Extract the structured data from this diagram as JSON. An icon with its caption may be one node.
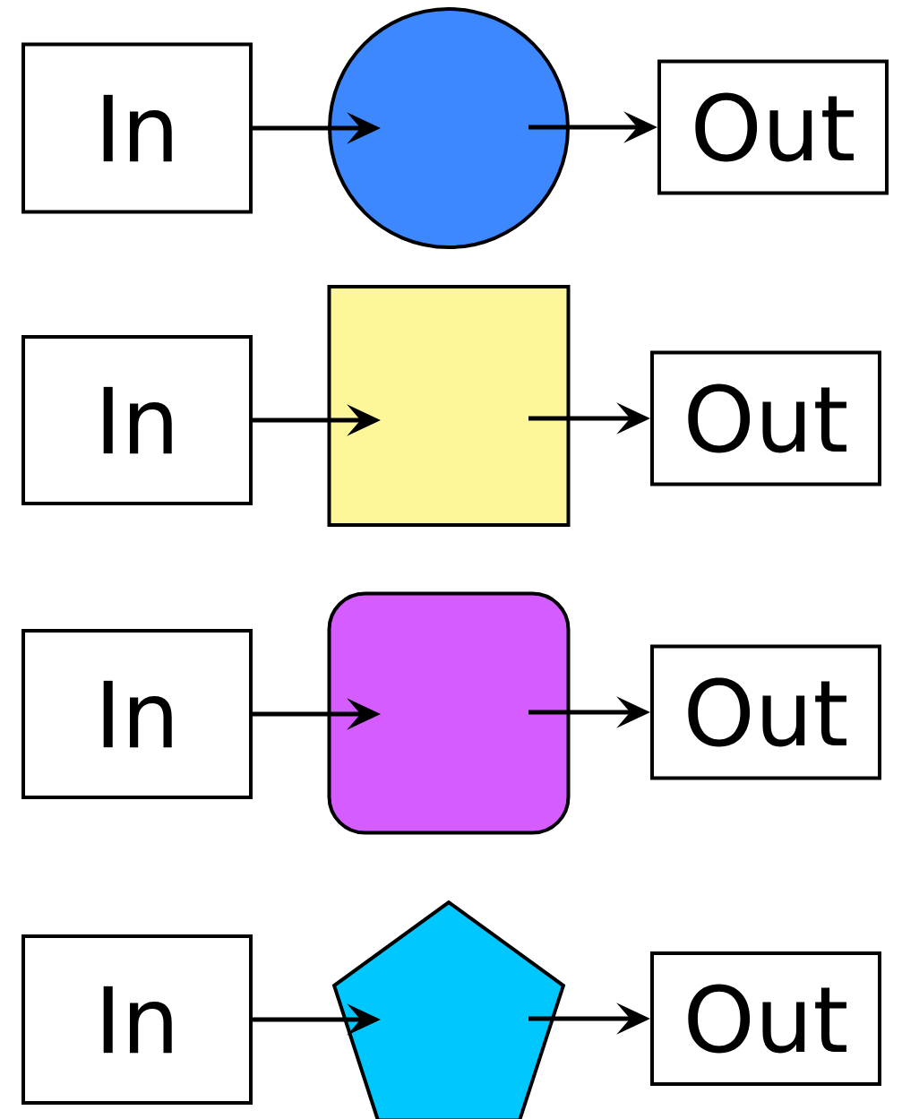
{
  "diagram": {
    "nodes": [
      {
        "text": [
          "In"
        ]
      },
      {
        "text": [],
        "shape": "circle"
      },
      {
        "text": [
          "Out"
        ]
      },
      {
        "text": [
          "In"
        ]
      },
      {
        "text": [],
        "shape": "box"
      },
      {
        "text": [
          "Out"
        ]
      },
      {
        "text": [
          "In"
        ]
      },
      {
        "text": [],
        "shape": "box"
      },
      {
        "text": [
          "Out"
        ]
      },
      {
        "text": [
          "In"
        ]
      },
      {
        "text": [],
        "shape": "pentagon"
      },
      {
        "text": [
          "Out"
        ]
      }
    ],
    "edges": [
      {
        "from": 0,
        "to": 1,
        "arrow": "to"
      },
      {
        "from": 1,
        "to": 2,
        "arrow": "to"
      },
      {
        "from": 3,
        "to": 4,
        "arrow": "to"
      },
      {
        "from": 4,
        "to": 5,
        "arrow": "to"
      },
      {
        "from": 6,
        "to": 7,
        "arrow": "to"
      },
      {
        "from": 7,
        "to": 8,
        "arrow": "to"
      },
      {
        "from": 9,
        "to": 10,
        "arrow": "to"
      },
      {
        "from": 10,
        "to": 11,
        "arrow": "to"
      }
    ]
  }
}
